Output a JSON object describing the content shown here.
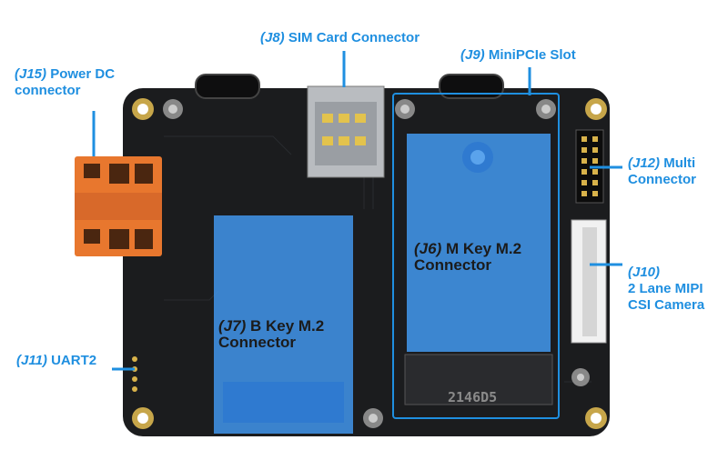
{
  "labels": {
    "j15": {
      "id": "(J15)",
      "line1": "Power DC",
      "line2": "connector"
    },
    "j8": {
      "id": "(J8)",
      "text": "SIM Card Connector"
    },
    "j9": {
      "id": "(J9)",
      "text": "MiniPCIe Slot"
    },
    "j12": {
      "id": "(J12)",
      "line1": "Multi",
      "line2": "Connector"
    },
    "j10": {
      "id": "(J10)",
      "line1": "2 Lane MIPI",
      "line2": "CSI Camera"
    },
    "j11": {
      "id": "(J11)",
      "text": "UART2"
    }
  },
  "modules": {
    "j6": {
      "id": "(J6)",
      "line1": "M Key M.2",
      "line2": "Connector"
    },
    "j7": {
      "id": "(J7)",
      "line1": "B Key M.2",
      "line2": "Connector"
    }
  },
  "silkscreen": {
    "chip_code": "2146D5"
  },
  "colors": {
    "accent": "#1f8fe0",
    "board": "#1b1c1e",
    "overlay": "#3f8fe0",
    "terminal": "#e8772e"
  }
}
